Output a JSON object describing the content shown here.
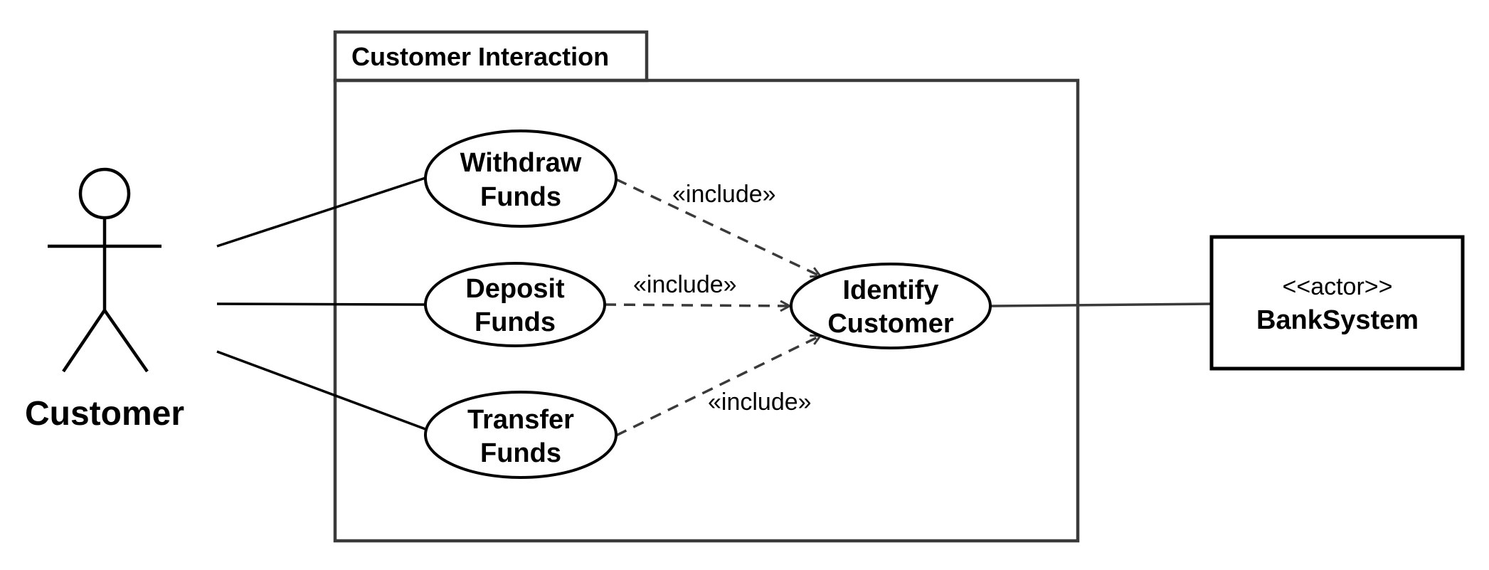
{
  "diagram": {
    "frame": {
      "title": "Customer Interaction"
    },
    "actor": {
      "name": "Customer"
    },
    "use_cases": {
      "withdraw": [
        "Withdraw",
        "Funds"
      ],
      "deposit": [
        "Deposit",
        "Funds"
      ],
      "transfer": [
        "Transfer",
        "Funds"
      ],
      "identify": [
        "Identify",
        "Customer"
      ]
    },
    "include_labels": {
      "withdraw": "«include»",
      "deposit": "«include»",
      "transfer": "«include»"
    },
    "external_actor": {
      "stereotype": "<<actor>>",
      "name": "BankSystem"
    }
  }
}
